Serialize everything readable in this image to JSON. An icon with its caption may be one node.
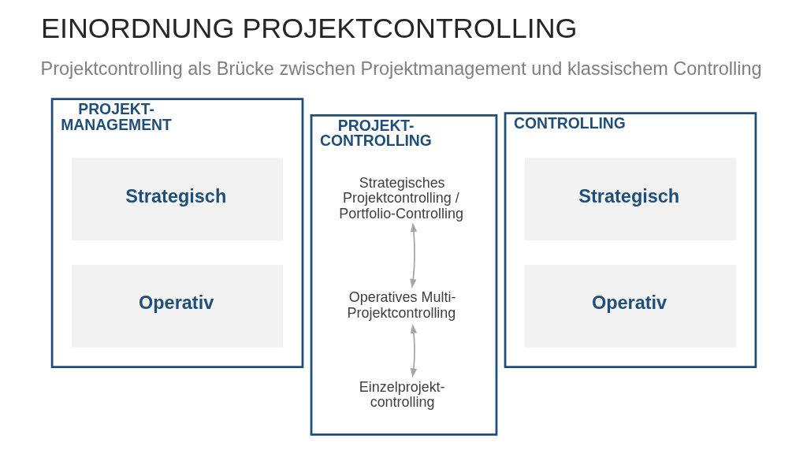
{
  "diagram": {
    "title": "EINORDNUNG PROJEKTCONTROLLING",
    "nodes": [
      {
        "text": [
          "PROJEKT- MANAGEMENT"
        ]
      },
      {
        "text": [
          "Strategisch"
        ],
        "in": 0
      },
      {
        "text": [
          "Operativ"
        ],
        "in": 0
      },
      {
        "text": [
          "PROJEKT- CONTROLLING"
        ]
      },
      {
        "text": [
          "Strategisches Projektcontrolling / Portfolio-Controlling"
        ],
        "in": 3
      },
      {
        "text": [
          "Operatives Multi- Projektcontrolling"
        ],
        "in": 3
      },
      {
        "text": [
          "Einzelprojekt- controlling"
        ],
        "in": 3
      },
      {
        "text": [
          "CONTROLLING"
        ]
      },
      {
        "text": [
          "Strategisch"
        ],
        "in": 7
      },
      {
        "text": [
          "Operativ"
        ],
        "in": 7
      }
    ],
    "edges": [
      {
        "from": 4,
        "to": 5,
        "arrow": "both"
      },
      {
        "from": 5,
        "to": 6,
        "arrow": "both"
      }
    ],
    "labels": [
      "Projektcontrolling als Brücke zwischen Projektmanagement und klassischem Controlling"
    ]
  }
}
